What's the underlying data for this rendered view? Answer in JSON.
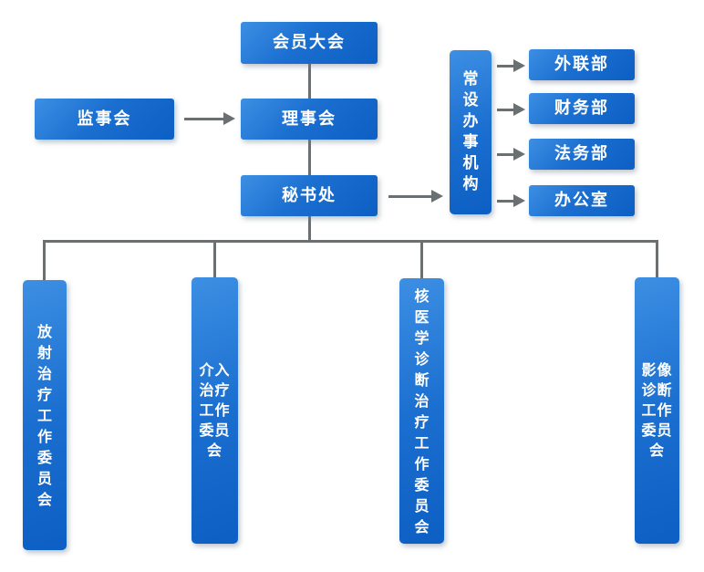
{
  "chart": {
    "type": "org-chart",
    "background": "#ffffff",
    "node_gradient_start": "#3d8fe3",
    "node_gradient_end": "#0d5fc3",
    "connector_color": "#6a6f72",
    "text_color": "#ffffff"
  },
  "nodes": {
    "member_congress": {
      "label": "会员大会"
    },
    "supervisory_board": {
      "label": "监事会"
    },
    "council": {
      "label": "理事会"
    },
    "secretariat": {
      "label": "秘书处"
    },
    "standing_office": {
      "label": "常设办事机构",
      "display": "常\n设\n办\n事\n机\n构"
    },
    "departments": [
      {
        "label": "外联部"
      },
      {
        "label": "财务部"
      },
      {
        "label": "法务部"
      },
      {
        "label": "办公室"
      }
    ],
    "committees": [
      {
        "label": "放射治疗工作委员会",
        "display": "放\n射\n治\n疗\n工\n作\n委\n员\n会"
      },
      {
        "label": "介入治疗工作委员会",
        "display": "介入\n治疗\n工作\n委员\n会"
      },
      {
        "label": "核医学诊断治疗工作委员会",
        "display": "核\n医\n学\n诊\n断\n治\n疗\n工\n作\n委\n员\n会"
      },
      {
        "label": "影像诊断工作委员会",
        "display": "影像\n诊断\n工作\n委员\n会"
      }
    ]
  }
}
